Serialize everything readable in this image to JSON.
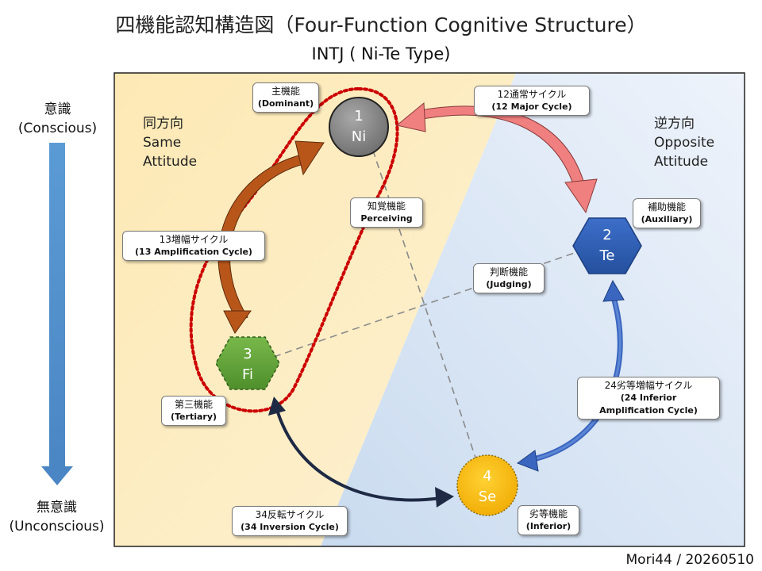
{
  "title": "四機能認知構造図（Four-Function Cognitive Structure）",
  "subtitle": "INTJ ( Ni-Te Type)",
  "axis": {
    "conscious_jp": "意識",
    "conscious_en": "(Conscious)",
    "unconscious_jp": "無意識",
    "unconscious_en": "(Unconscious)"
  },
  "regions": {
    "same_jp": "同方向",
    "same_en1": "Same",
    "same_en2": "Attitude",
    "opposite_jp": "逆方向",
    "opposite_en1": "Opposite",
    "opposite_en2": "Attitude"
  },
  "nodes": {
    "n1": {
      "num": "1",
      "fn": "Ni"
    },
    "n2": {
      "num": "2",
      "fn": "Te"
    },
    "n3": {
      "num": "3",
      "fn": "Fi"
    },
    "n4": {
      "num": "4",
      "fn": "Se"
    }
  },
  "labels": {
    "dominant_jp": "主機能",
    "dominant_en": "(Dominant)",
    "auxiliary_jp": "補助機能",
    "auxiliary_en": "(Auxiliary)",
    "tertiary_jp": "第三機能",
    "tertiary_en": "(Tertiary)",
    "inferior_jp": "劣等機能",
    "inferior_en": "(Inferior)",
    "perceiving_jp": "知覚機能",
    "perceiving_en": "Perceiving",
    "judging_jp": "判断機能",
    "judging_en": "(Judging)",
    "cycle12_jp": "12通常サイクル",
    "cycle12_en": "(12 Major Cycle)",
    "cycle13_jp": "13増幅サイクル",
    "cycle13_en": "(13 Amplification Cycle)",
    "cycle24_jp": "24劣等増幅サイクル",
    "cycle24_en1": "(24 Inferior",
    "cycle24_en2": "Amplification Cycle)",
    "cycle34_jp": "34反転サイクル",
    "cycle34_en": "(34 Inversion Cycle)"
  },
  "credit": "Mori44 / 20260510",
  "colors": {
    "same_region": "#fde9b4",
    "opposite_region": "#d9e6f5",
    "ni_node": "#8a8a8a",
    "te_node": "#2f5fb7",
    "fi_node": "#5fa23a",
    "se_node": "#f5b800",
    "cycle12_arrow": "#f08080",
    "cycle13_arrow": "#b8561a",
    "cycle24_arrow": "#3a66c0",
    "cycle34_arrow": "#1e2a44",
    "conscious_arrow": "#5b9bd5",
    "dominant_loop": "#cc0000"
  }
}
